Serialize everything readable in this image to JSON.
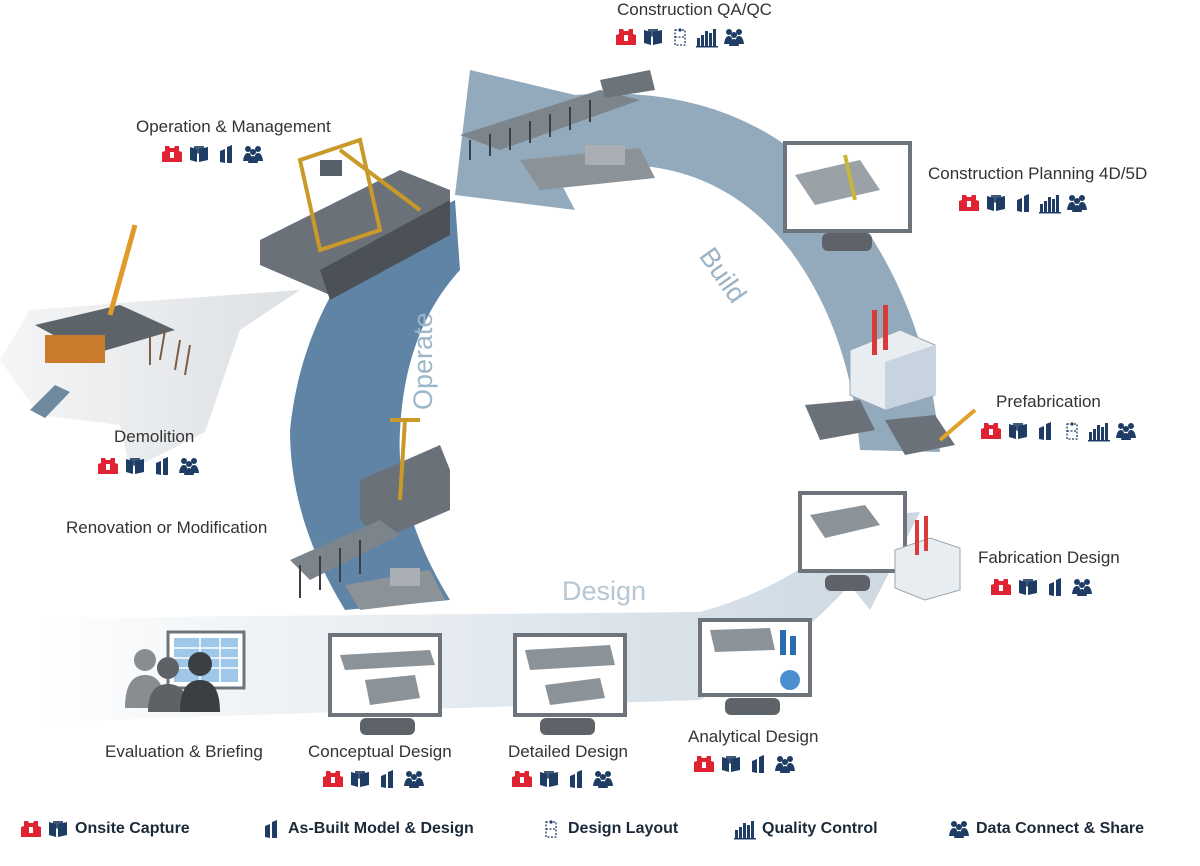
{
  "colors": {
    "red": "#e02332",
    "navy": "#1f3d64",
    "build_arrow": "#8fa7bb",
    "operate_arrow": "#5f84a6",
    "design_band": "#dce4ea"
  },
  "phases": {
    "build": "Build",
    "operate": "Operate",
    "design": "Design"
  },
  "stages": [
    {
      "id": "construction-qa-qc",
      "label": "Construction QA/QC",
      "icons": [
        "onsite-capture-icon",
        "as-built-model-icon",
        "design-layout-icon",
        "quality-control-icon",
        "data-connect-icon"
      ]
    },
    {
      "id": "construction-planning",
      "label": "Construction Planning 4D/5D",
      "icons": [
        "onsite-capture-icon",
        "as-built-model-icon",
        "as-built-design-icon",
        "quality-control-icon",
        "data-connect-icon"
      ]
    },
    {
      "id": "prefabrication",
      "label": "Prefabrication",
      "icons": [
        "onsite-capture-icon",
        "as-built-model-icon",
        "as-built-design-icon",
        "design-layout-icon",
        "quality-control-icon",
        "data-connect-icon"
      ]
    },
    {
      "id": "fabrication-design",
      "label": "Fabrication Design",
      "icons": [
        "onsite-capture-icon",
        "as-built-model-icon",
        "as-built-design-icon",
        "data-connect-icon"
      ]
    },
    {
      "id": "analytical-design",
      "label": "Analytical Design",
      "icons": [
        "onsite-capture-icon",
        "as-built-model-icon",
        "as-built-design-icon",
        "data-connect-icon"
      ]
    },
    {
      "id": "detailed-design",
      "label": "Detailed Design",
      "icons": [
        "onsite-capture-icon",
        "as-built-model-icon",
        "as-built-design-icon",
        "data-connect-icon"
      ]
    },
    {
      "id": "conceptual-design",
      "label": "Conceptual Design",
      "icons": [
        "onsite-capture-icon",
        "as-built-model-icon",
        "as-built-design-icon",
        "data-connect-icon"
      ]
    },
    {
      "id": "evaluation-briefing",
      "label": "Evaluation & Briefing",
      "icons": []
    },
    {
      "id": "renovation-modification",
      "label": "Renovation or Modification",
      "icons": []
    },
    {
      "id": "demolition",
      "label": "Demolition",
      "icons": [
        "onsite-capture-icon",
        "as-built-model-icon",
        "as-built-design-icon",
        "data-connect-icon"
      ]
    },
    {
      "id": "operation-management",
      "label": "Operation & Management",
      "icons": [
        "onsite-capture-icon",
        "as-built-model-icon",
        "as-built-design-icon",
        "data-connect-icon"
      ]
    }
  ],
  "legend": [
    {
      "label": "Onsite Capture",
      "icons": [
        "onsite-capture-icon",
        "as-built-model-icon"
      ]
    },
    {
      "label": "As-Built Model & Design",
      "icons": [
        "as-built-design-icon"
      ]
    },
    {
      "label": "Design Layout",
      "icons": [
        "design-layout-icon"
      ]
    },
    {
      "label": "Quality Control",
      "icons": [
        "quality-control-icon"
      ]
    },
    {
      "label": "Data Connect & Share",
      "icons": [
        "data-connect-icon"
      ]
    }
  ]
}
